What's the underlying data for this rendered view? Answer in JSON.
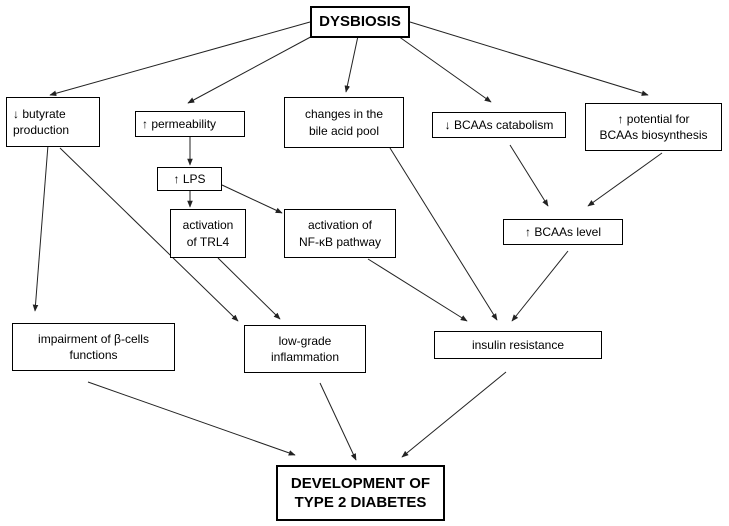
{
  "nodes": {
    "dysbiosis": "DYSBIOSIS",
    "butyrate": "↓ butyrate\nproduction",
    "permeability": "↑ permeability",
    "bile_acid": "changes in the\nbile acid pool",
    "bcaa_catabolism": "↓ BCAAs catabolism",
    "bcaa_biosynthesis": "↑ potential for\nBCAAs biosynthesis",
    "lps": "↑ LPS",
    "trl4": "activation\nof TRL4",
    "nfkb": "activation of\nNF-κB pathway",
    "bcaa_level": "↑ BCAAs level",
    "beta_cells": "impairment of β-cells\nfunctions",
    "inflammation": "low-grade\ninflammation",
    "insulin_resistance": "insulin resistance",
    "outcome": "DEVELOPMENT OF\nTYPE 2 DIABETES"
  },
  "edges": [
    [
      "dysbiosis",
      "butyrate"
    ],
    [
      "dysbiosis",
      "permeability"
    ],
    [
      "dysbiosis",
      "bile_acid"
    ],
    [
      "dysbiosis",
      "bcaa_catabolism"
    ],
    [
      "dysbiosis",
      "bcaa_biosynthesis"
    ],
    [
      "permeability",
      "lps"
    ],
    [
      "lps",
      "trl4"
    ],
    [
      "lps",
      "nfkb"
    ],
    [
      "butyrate",
      "beta_cells"
    ],
    [
      "butyrate",
      "inflammation"
    ],
    [
      "trl4",
      "inflammation"
    ],
    [
      "nfkb",
      "insulin_resistance"
    ],
    [
      "bile_acid",
      "insulin_resistance"
    ],
    [
      "bcaa_catabolism",
      "bcaa_level"
    ],
    [
      "bcaa_biosynthesis",
      "bcaa_level"
    ],
    [
      "bcaa_level",
      "insulin_resistance"
    ],
    [
      "beta_cells",
      "outcome"
    ],
    [
      "inflammation",
      "outcome"
    ],
    [
      "insulin_resistance",
      "outcome"
    ]
  ]
}
